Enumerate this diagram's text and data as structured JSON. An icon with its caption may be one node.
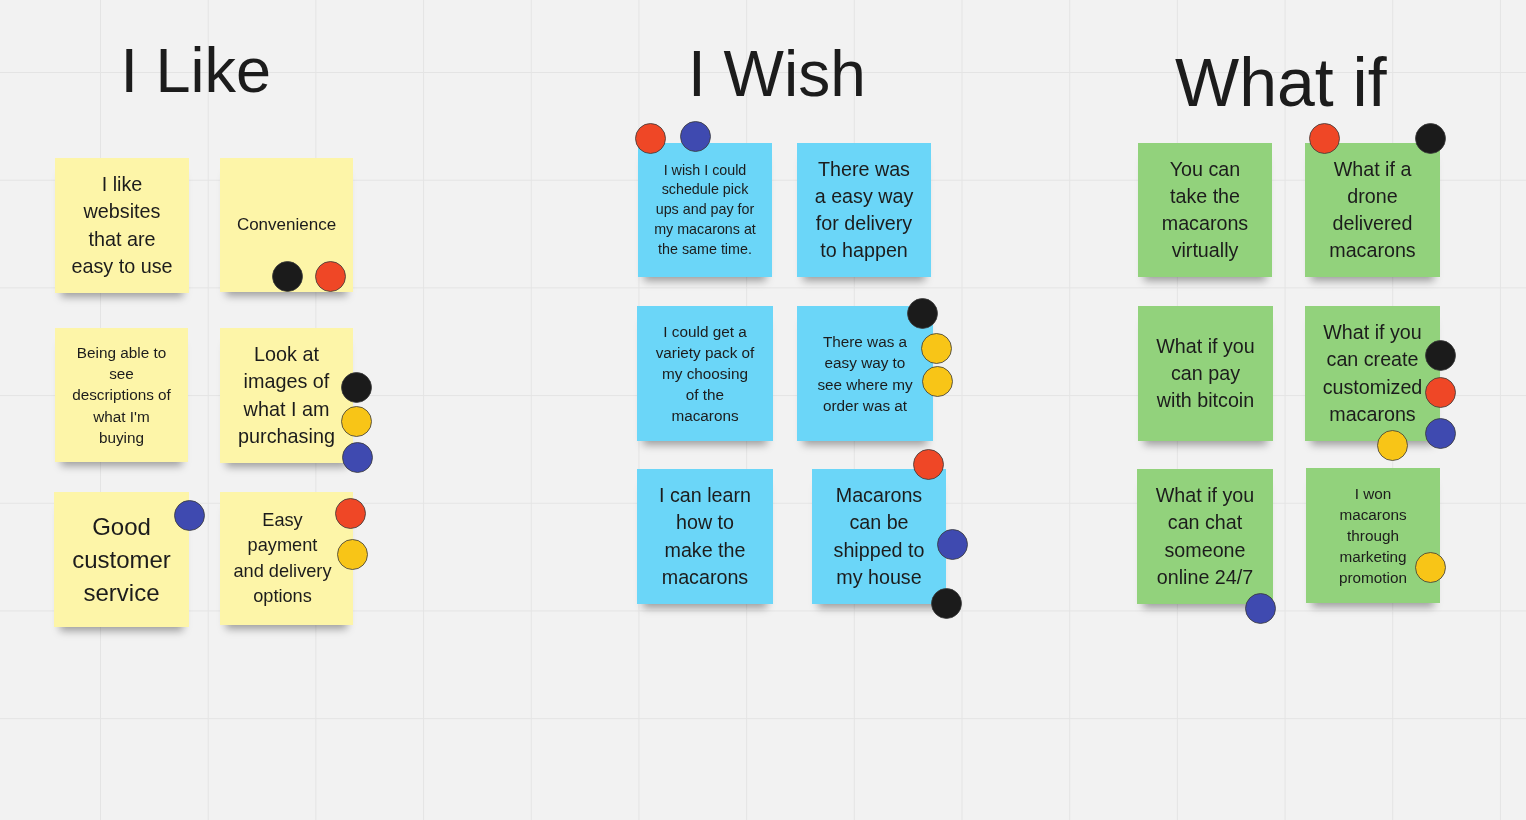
{
  "diagram": {
    "nodes": [
      {
        "text": [
          "I like websites that are easy to use"
        ]
      },
      {
        "text": [
          "Convenience"
        ]
      },
      {
        "text": [
          "Being able to see descriptions of what I'm buying"
        ]
      },
      {
        "text": [
          "Look at images of what I am purchasing"
        ]
      },
      {
        "text": [
          "Good customer service"
        ]
      },
      {
        "text": [
          "Easy payment and delivery options"
        ]
      },
      {
        "text": [
          "I wish I could schedule pick ups and pay for my macarons at the same time."
        ]
      },
      {
        "text": [
          "There was a easy way for delivery to happen"
        ]
      },
      {
        "text": [
          "I could get a variety pack of my choosing of the macarons"
        ]
      },
      {
        "text": [
          "There was a easy way to see where my order was at"
        ]
      },
      {
        "text": [
          "I can learn how to make the macarons"
        ]
      },
      {
        "text": [
          "Macarons can be shipped to my house"
        ]
      },
      {
        "text": [
          "You can take the macarons virtually"
        ]
      },
      {
        "text": [
          "What if a drone delivered macarons"
        ]
      },
      {
        "text": [
          "What if you can pay with bitcoin"
        ]
      },
      {
        "text": [
          "What if you can create customized macarons"
        ]
      },
      {
        "text": [
          "What if you can chat someone online 24/7"
        ]
      },
      {
        "text": [
          "I won macarons through marketing promotion"
        ]
      }
    ],
    "labels": [
      "I Like",
      "I Wish",
      "What if"
    ]
  }
}
